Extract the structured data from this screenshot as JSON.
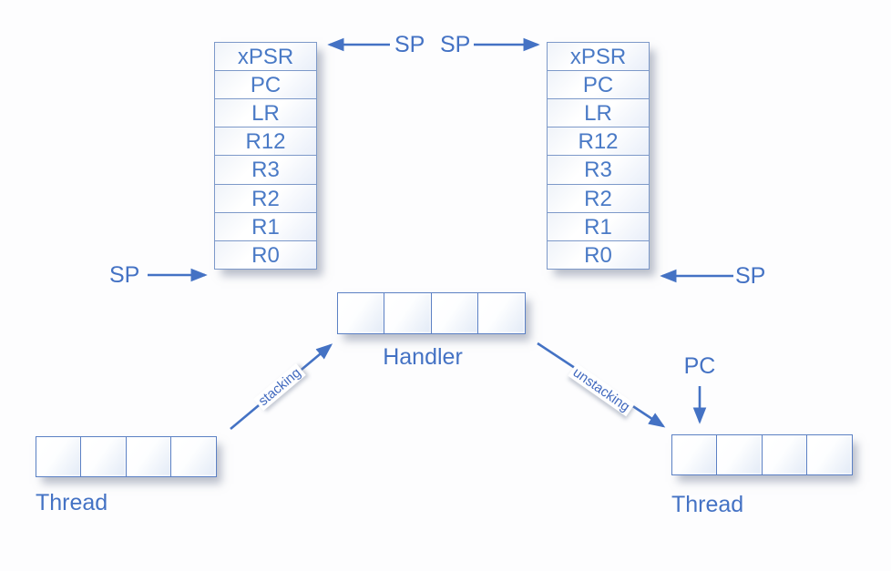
{
  "colors": {
    "accent_blue": "#4472C4",
    "cell_border_light": "#7D99C9",
    "cell_border_strong": "#5B80C4"
  },
  "stacks": {
    "left": {
      "cells": [
        "xPSR",
        "PC",
        "LR",
        "R12",
        "R3",
        "R2",
        "R1",
        "R0"
      ]
    },
    "right": {
      "cells": [
        "xPSR",
        "PC",
        "LR",
        "R12",
        "R3",
        "R2",
        "R1",
        "R0"
      ]
    }
  },
  "pointers": {
    "sp_top_left": "SP",
    "sp_top_right": "SP",
    "sp_bottom_left": "SP",
    "sp_bottom_right": "SP",
    "pc": "PC"
  },
  "frames": {
    "handler": {
      "label": "Handler",
      "cell_count": 4
    },
    "thread_left": {
      "label": "Thread",
      "cell_count": 4
    },
    "thread_right": {
      "label": "Thread",
      "cell_count": 4
    }
  },
  "transitions": {
    "stacking": "stacking",
    "unstacking": "unstacking"
  }
}
